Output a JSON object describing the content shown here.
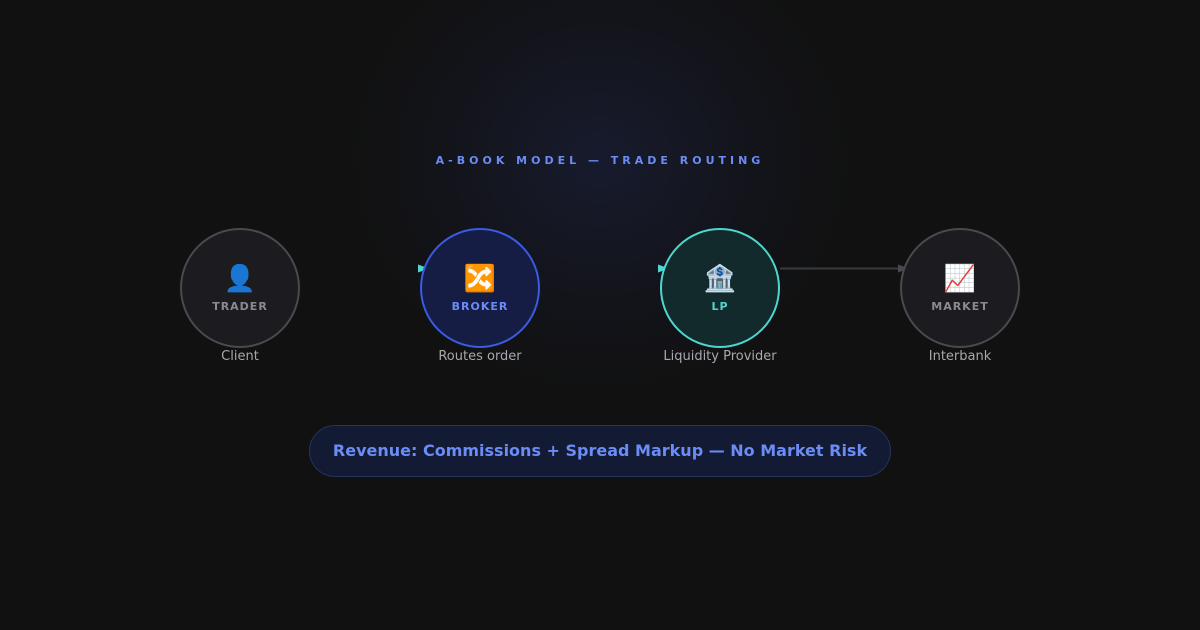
{
  "title": "A-BOOK MODEL — TRADE ROUTING",
  "colors": {
    "background": "#111111",
    "accent_blue": "#6b8cf5",
    "broker_border": "#3b5be0",
    "lp_teal": "#4fd6cf",
    "neutral_border": "#4a4a4e",
    "muted_text": "#8a8a90"
  },
  "nodes": [
    {
      "label": "TRADER",
      "caption": "Client",
      "icon": "person-icon"
    },
    {
      "label": "BROKER",
      "caption": "Routes order",
      "icon": "shuffle-icon"
    },
    {
      "label": "LP",
      "caption": "Liquidity Provider",
      "icon": "bank-icon"
    },
    {
      "label": "MARKET",
      "caption": "Interbank",
      "icon": "chart-increasing-icon"
    }
  ],
  "revenue_note": "Revenue: Commissions + Spread Markup — No Market Risk"
}
